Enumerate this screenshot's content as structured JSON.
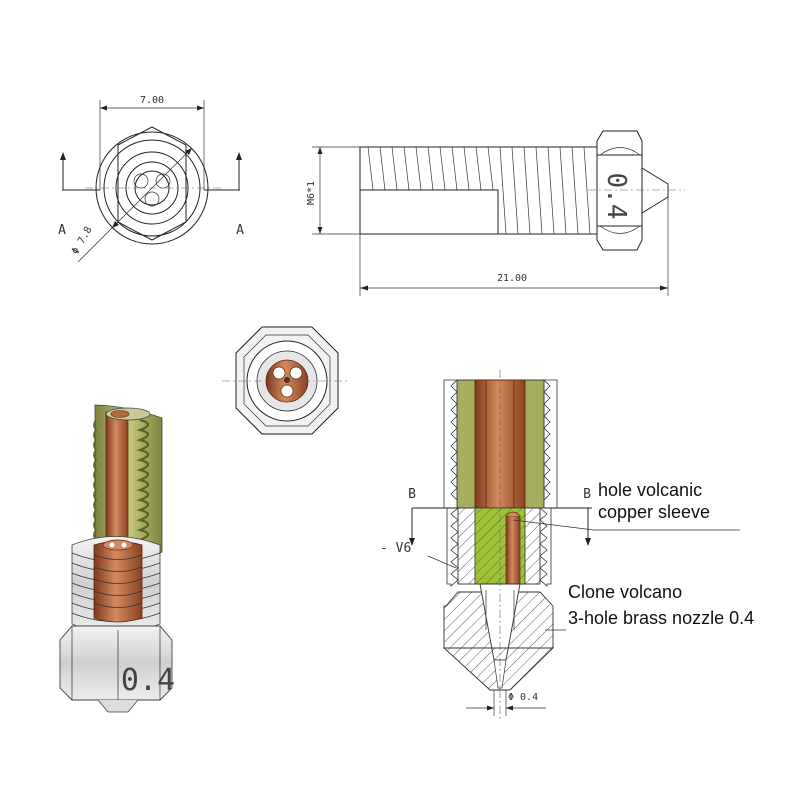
{
  "top_view": {
    "width_dim": "7.00",
    "diameter_dim": "Φ 7.8",
    "section_left": "A",
    "section_right": "A"
  },
  "side_view": {
    "thread_dim": "M6*1",
    "length_dim": "21.00",
    "nozzle_stamp": "0.4"
  },
  "iso_view": {
    "nozzle_stamp": "0.4"
  },
  "section_view": {
    "section_left": "B",
    "section_right": "B",
    "v_label": "- V6",
    "orifice_dim": "Φ 0.4",
    "callout_sleeve_line1": "hole volcanic",
    "callout_sleeve_line2": "copper sleeve",
    "callout_nozzle_line1": "Clone volcano",
    "callout_nozzle_line2": "3-hole brass nozzle 0.4"
  },
  "colors": {
    "copper": "#b8643c",
    "copper_dark": "#7e3a1c",
    "brass_green": "#a7ad5e",
    "section_green": "#9fc23a",
    "steel": "#d9d9d9"
  }
}
